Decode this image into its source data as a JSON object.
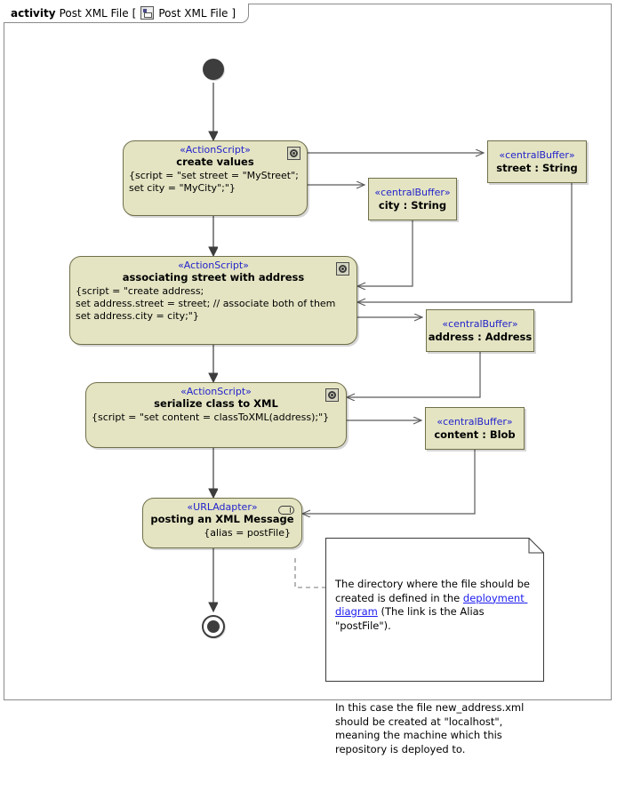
{
  "frame": {
    "keyword": "activity",
    "title": "Post XML File",
    "bracket_open": "[",
    "icon": "activity-diagram-icon",
    "inner_title": "Post XML File",
    "bracket_close": "]"
  },
  "colors": {
    "node_fill": "#e4e4c3",
    "node_border": "#6f6f4a",
    "stereotype_text": "#2222cc",
    "link_text": "#1a1aee",
    "edge": "#5a5a5a",
    "canvas": "#ffffff",
    "control_node": "#3d3d3d"
  },
  "nodes": {
    "initial": {
      "name": "initial-node"
    },
    "final": {
      "name": "activity-final-node"
    },
    "create_values": {
      "stereotype": "«ActionScript»",
      "name": "create values",
      "body": "{script = \"set street = \"MyStreet\";\nset city = \"MyCity\";\"}",
      "icon": "gear-icon"
    },
    "associating": {
      "stereotype": "«ActionScript»",
      "name": "associating street with address",
      "body": "{script = \"create address;\nset address.street = street; // associate both of them\nset address.city = city;\"}",
      "icon": "gear-icon"
    },
    "serialize": {
      "stereotype": "«ActionScript»",
      "name": "serialize class to XML",
      "body": "{script = \"set content = classToXML(address);\"}",
      "icon": "gear-icon"
    },
    "posting": {
      "stereotype": "«URLAdapter»",
      "name": "posting an XML Message",
      "body": "{alias = postFile}",
      "icon": "pill-icon"
    }
  },
  "buffers": [
    {
      "stereotype": "«centralBuffer»",
      "name": "street : String"
    },
    {
      "stereotype": "«centralBuffer»",
      "name": "city : String"
    },
    {
      "stereotype": "«centralBuffer»",
      "name": "address : Address"
    },
    {
      "stereotype": "«centralBuffer»",
      "name": "content : Blob"
    }
  ],
  "note": {
    "para1_before": "The directory where the file should be created is defined in the ",
    "link": "deployment diagram",
    "para1_after": " (The link is the Alias \"postFile\").",
    "para2": "In this case the file new_address.xml should be created at \"localhost\", meaning the machine which this repository is deployed to."
  }
}
